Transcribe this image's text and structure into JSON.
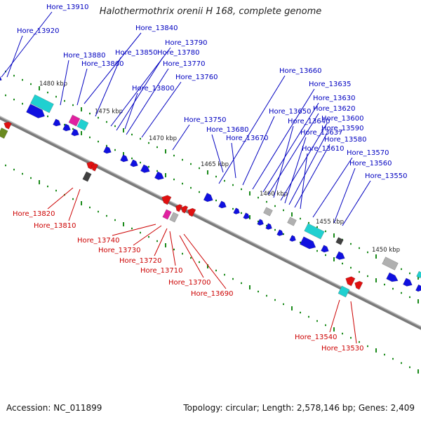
{
  "title": "Halothermothrix orenii H 168, complete genome",
  "footer": {
    "accession": "Accession: NC_011899",
    "summary": "Topology: circular; Length: 2,578,146 bp; Genes: 2,409"
  },
  "colors": {
    "backbone": "#7a7a7a",
    "tick": "#1a8a1a",
    "forward_gene": "#1010e0",
    "reverse_gene": "#e01010",
    "forward_label": "#0000c0",
    "reverse_label": "#cc0000",
    "cyan_gene": "#20d0d0",
    "magenta_gene": "#e020a0",
    "gray_gene": "#b0b0b0",
    "dark_gene": "#404040",
    "olive_gene": "#6a8a20"
  },
  "ruler": [
    "1480 kbp",
    "1475 kbp",
    "1470 kbp",
    "1465 kbp",
    "1460 kbp",
    "1455 kbp",
    "1450 kbp"
  ],
  "forward_labels": [
    "Hore_13910",
    "Hore_13920",
    "Hore_13840",
    "Hore_13790",
    "Hore_13880",
    "Hore_13850",
    "Hore_13780",
    "Hore_13860",
    "Hore_13770",
    "Hore_13760",
    "Hore_13800",
    "Hore_13660",
    "Hore_13635",
    "Hore_13630",
    "Hore_13620",
    "Hore_13650",
    "Hore_13640",
    "Hore_13600",
    "Hore_13750",
    "Hore_13637",
    "Hore_13590",
    "Hore_13680",
    "Hore_13580",
    "Hore_13670",
    "Hore_13610",
    "Hore_13570",
    "Hore_13560",
    "Hore_13550"
  ],
  "reverse_labels": [
    "Hore_13820",
    "Hore_13810",
    "Hore_13740",
    "Hore_13730",
    "Hore_13720",
    "Hore_13710",
    "Hore_13700",
    "Hore_13690",
    "Hore_13540",
    "Hore_13530"
  ]
}
